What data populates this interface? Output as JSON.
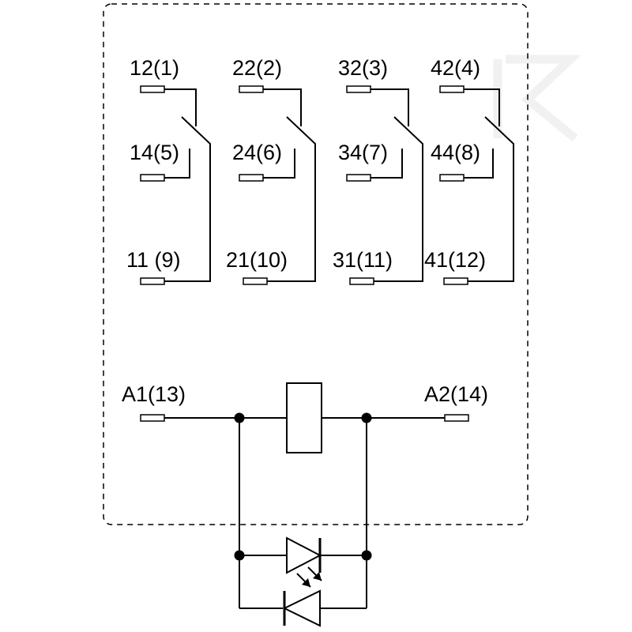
{
  "contacts": [
    {
      "nc_label": "12(1)",
      "no_label": "14(5)",
      "com_label": "11 (9)"
    },
    {
      "nc_label": "22(2)",
      "no_label": "24(6)",
      "com_label": "21(10)"
    },
    {
      "nc_label": "32(3)",
      "no_label": "34(7)",
      "com_label": "31(11)"
    },
    {
      "nc_label": "42(4)",
      "no_label": "44(8)",
      "com_label": "41(12)"
    }
  ],
  "coil": {
    "a1_label": "A1(13)",
    "a2_label": "A2(14)"
  },
  "watermark": {
    "logo_icon": "k-logo-icon",
    "color": "#f1f1f1"
  },
  "colors": {
    "line": "#000000",
    "background": "#ffffff"
  }
}
